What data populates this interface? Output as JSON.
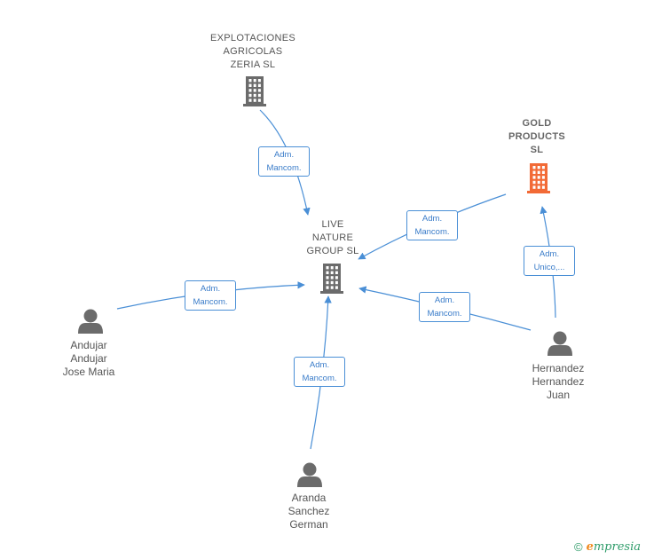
{
  "colors": {
    "edge": "#4a8fd6",
    "company": "#6b6b6b",
    "company_highlight": "#f26a36",
    "person": "#6b6b6b"
  },
  "nodes": {
    "explotaciones": {
      "label": "EXPLOTACIONES\nAGRICOLAS\nZERIA  SL",
      "icon": "building-icon"
    },
    "gold": {
      "label": "GOLD\nPRODUCTS\nSL",
      "icon": "building-icon"
    },
    "live": {
      "label": "LIVE\nNATURE\nGROUP  SL",
      "icon": "building-icon"
    },
    "andujar": {
      "label": "Andujar\nAndujar\nJose Maria",
      "icon": "person-icon"
    },
    "aranda": {
      "label": "Aranda\nSanchez\nGerman",
      "icon": "person-icon"
    },
    "hernandez": {
      "label": "Hernandez\nHernandez\nJuan",
      "icon": "person-icon"
    }
  },
  "edges": [
    {
      "from": "explotaciones",
      "to": "live",
      "line1": "Adm.",
      "line2": "Mancom."
    },
    {
      "from": "gold",
      "to": "live",
      "line1": "Adm.",
      "line2": "Mancom."
    },
    {
      "from": "andujar",
      "to": "live",
      "line1": "Adm.",
      "line2": "Mancom."
    },
    {
      "from": "aranda",
      "to": "live",
      "line1": "Adm.",
      "line2": "Mancom."
    },
    {
      "from": "hernandez",
      "to": "live",
      "line1": "Adm.",
      "line2": "Mancom."
    },
    {
      "from": "hernandez",
      "to": "gold",
      "line1": "Adm.",
      "line2": "Unico,..."
    }
  ],
  "footer": {
    "copyright": "©",
    "brand_initial": "e",
    "brand_rest": "mpresia"
  }
}
